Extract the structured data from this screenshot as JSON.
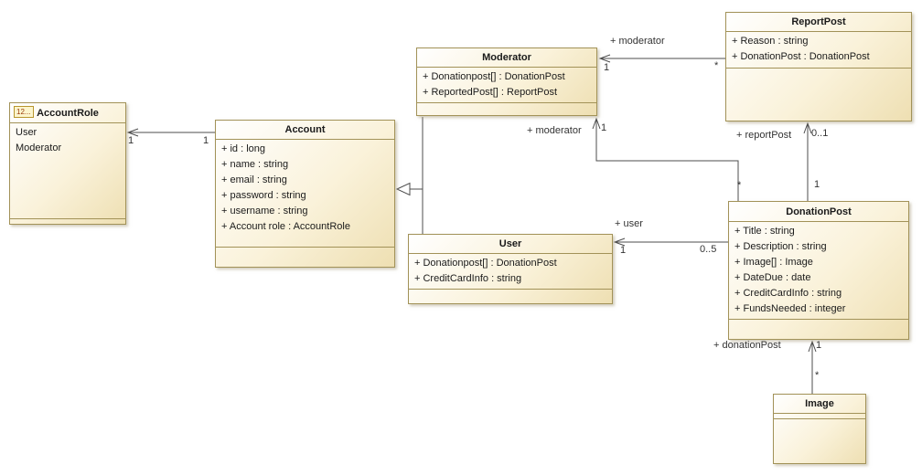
{
  "diagram_title": "UML class diagram",
  "colors": {
    "box_border": "#a29258",
    "box_fill_start": "#ffffff",
    "box_fill_end": "#eedfb2",
    "line": "#4d4d4d",
    "enum_icon_border": "#b8962e",
    "enum_icon_text": "#993a0a",
    "canvas": "#ffffff"
  },
  "classes": {
    "account_role": {
      "name": "AccountRole",
      "icon": "12...",
      "literals": [
        "User",
        "Moderator"
      ]
    },
    "account": {
      "name": "Account",
      "attributes": [
        "+ id : long",
        "+ name : string",
        "+ email : string",
        "+ password : string",
        "+ username : string",
        "+ Account role : AccountRole"
      ]
    },
    "moderator": {
      "name": "Moderator",
      "attributes": [
        "+ Donationpost[] : DonationPost",
        "+ ReportedPost[] : ReportPost"
      ]
    },
    "report_post": {
      "name": "ReportPost",
      "attributes": [
        "+ Reason : string",
        "+ DonationPost : DonationPost"
      ]
    },
    "user": {
      "name": "User",
      "attributes": [
        "+ Donationpost[] : DonationPost",
        "+ CreditCardInfo : string"
      ]
    },
    "donation_post": {
      "name": "DonationPost",
      "attributes": [
        "+ Title : string",
        "+ Description : string",
        "+ Image[] : Image",
        "+ DateDue : date",
        "+ CreditCardInfo : string",
        "+ FundsNeeded : integer"
      ]
    },
    "image": {
      "name": "Image",
      "attributes": []
    }
  },
  "associations": {
    "account_accountrole": {
      "mult_accountrole": "1",
      "mult_account": "1"
    },
    "reportpost_moderator": {
      "role": "+ moderator",
      "mult_moderator": "1",
      "mult_reportpost": "*"
    },
    "donationpost_moderator": {
      "role": "+ moderator",
      "mult_moderator": "1",
      "mult_donationpost": "*"
    },
    "donationpost_user": {
      "role": "+ user",
      "mult_user": "1",
      "mult_donationpost": "0..5"
    },
    "donationpost_reportpost": {
      "role": "+ reportPost",
      "mult_reportpost": "0..1",
      "mult_donationpost": "1"
    },
    "image_donationpost": {
      "role": "+ donationPost",
      "mult_donationpost": "1",
      "mult_image": "*"
    }
  }
}
